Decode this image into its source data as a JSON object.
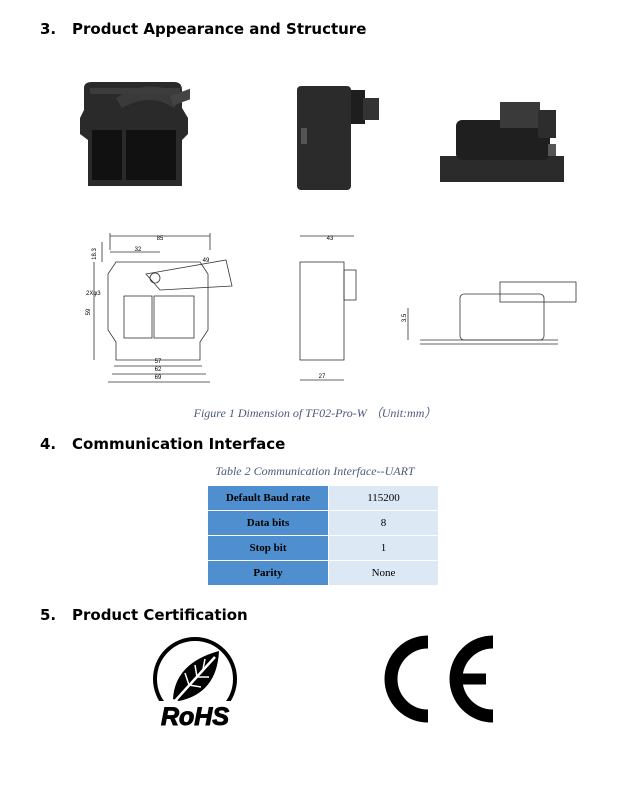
{
  "sections": {
    "appearance": {
      "number": "3.",
      "title": "Product Appearance and Structure"
    },
    "interface": {
      "number": "4.",
      "title": "Communication Interface"
    },
    "certification": {
      "number": "5.",
      "title": "Product Certification"
    }
  },
  "figure1": {
    "caption": "Figure 1 Dimension of TF02-Pro-W （Unit:mm）",
    "dimensions": {
      "d85": "85",
      "d32": "32",
      "d49": "49",
      "d18_3": "18.3",
      "d59": "59",
      "d2x": "2Xφ3",
      "d57": "57",
      "d62": "62",
      "d69": "69",
      "d43": "43",
      "d27": "27",
      "d3_5": "3.5"
    }
  },
  "table2": {
    "caption": "Table 2 Communication Interface--UART",
    "rows": [
      {
        "key": "Default Baud rate",
        "value": "115200"
      },
      {
        "key": "Data bits",
        "value": "8"
      },
      {
        "key": "Stop bit",
        "value": "1"
      },
      {
        "key": "Parity",
        "value": "None"
      }
    ]
  },
  "certification": {
    "rohs_text": "RoHS",
    "ce_text": "CE"
  }
}
